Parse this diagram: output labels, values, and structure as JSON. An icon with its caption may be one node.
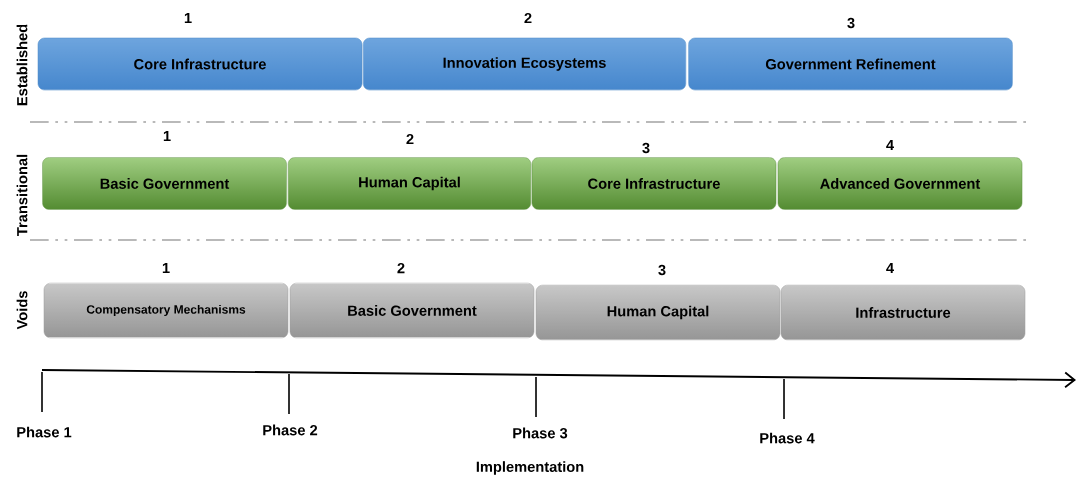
{
  "diagram": {
    "nodes": [
      {
        "text": [
          "Core Infrastructure"
        ],
        "beside": [
          "1"
        ]
      },
      {
        "text": [
          "Innovation Ecosystems"
        ],
        "beside": [
          "2"
        ]
      },
      {
        "text": [
          "Government Refinement"
        ],
        "beside": [
          "3"
        ]
      },
      {
        "text": [
          "Basic Government"
        ],
        "beside": [
          "1"
        ]
      },
      {
        "text": [
          "Human Capital"
        ],
        "beside": [
          "2"
        ]
      },
      {
        "text": [
          "Core Infrastructure"
        ],
        "beside": [
          "3"
        ]
      },
      {
        "text": [
          "Advanced Government"
        ],
        "beside": [
          "4"
        ]
      },
      {
        "text": [
          "Compensatory Mechanisms"
        ],
        "beside": [
          "1"
        ]
      },
      {
        "text": [
          "Basic Government"
        ],
        "beside": [
          "2"
        ]
      },
      {
        "text": [
          "Human Capital"
        ],
        "beside": [
          "3"
        ]
      },
      {
        "text": [
          "Infrastructure"
        ],
        "beside": [
          "4"
        ]
      }
    ],
    "labels": [
      "Established",
      "Transitional",
      "Voids",
      "Phase 1",
      "Phase 2",
      "Phase 3",
      "Phase 4",
      "Implementation"
    ]
  }
}
